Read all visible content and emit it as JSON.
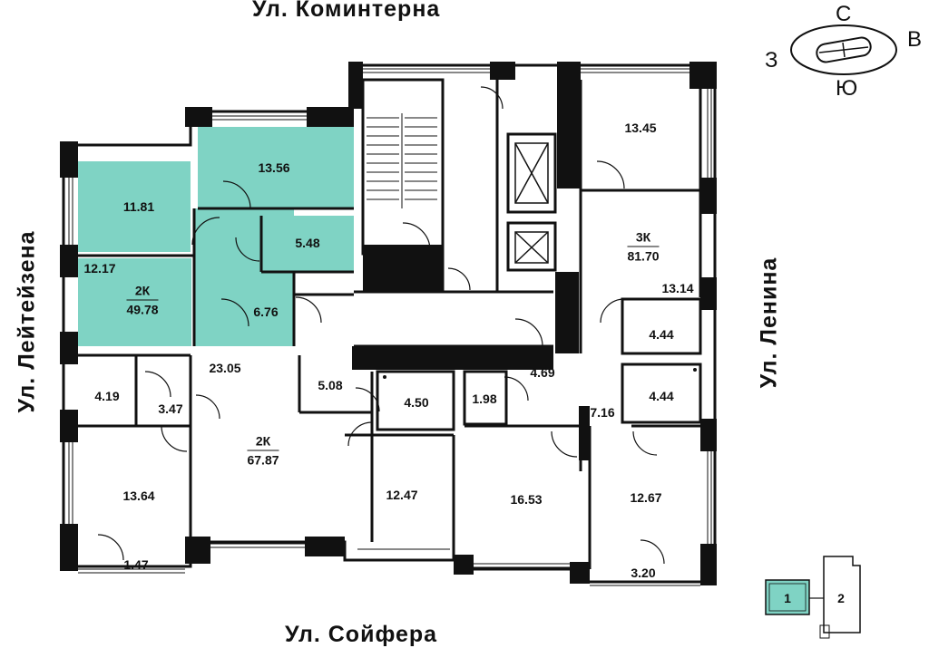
{
  "streets": {
    "top": "Ул. Коминтерна",
    "bottom": "Ул. Сойфера",
    "left": "Ул. Лейтейзена",
    "right": "Ул. Ленина"
  },
  "compass": {
    "north": "С",
    "south": "Ю",
    "west": "З",
    "east": "В"
  },
  "highlight_color": "#7fd3c4",
  "apartments": [
    {
      "type": "2К",
      "area": "49.78",
      "highlighted": true
    },
    {
      "type": "2К",
      "area": "67.87",
      "highlighted": false
    },
    {
      "type": "3К",
      "area": "81.70",
      "highlighted": false
    }
  ],
  "rooms": [
    "11.81",
    "13.56",
    "5.48",
    "12.17",
    "6.76",
    "13.45",
    "13.14",
    "4.44",
    "4.44",
    "4.19",
    "3.47",
    "23.05",
    "5.08",
    "4.50",
    "1.98",
    "4.69",
    "7.16",
    "13.64",
    "1.47",
    "12.47",
    "16.53",
    "12.67",
    "3.20"
  ],
  "buildings": [
    "1",
    "2"
  ]
}
